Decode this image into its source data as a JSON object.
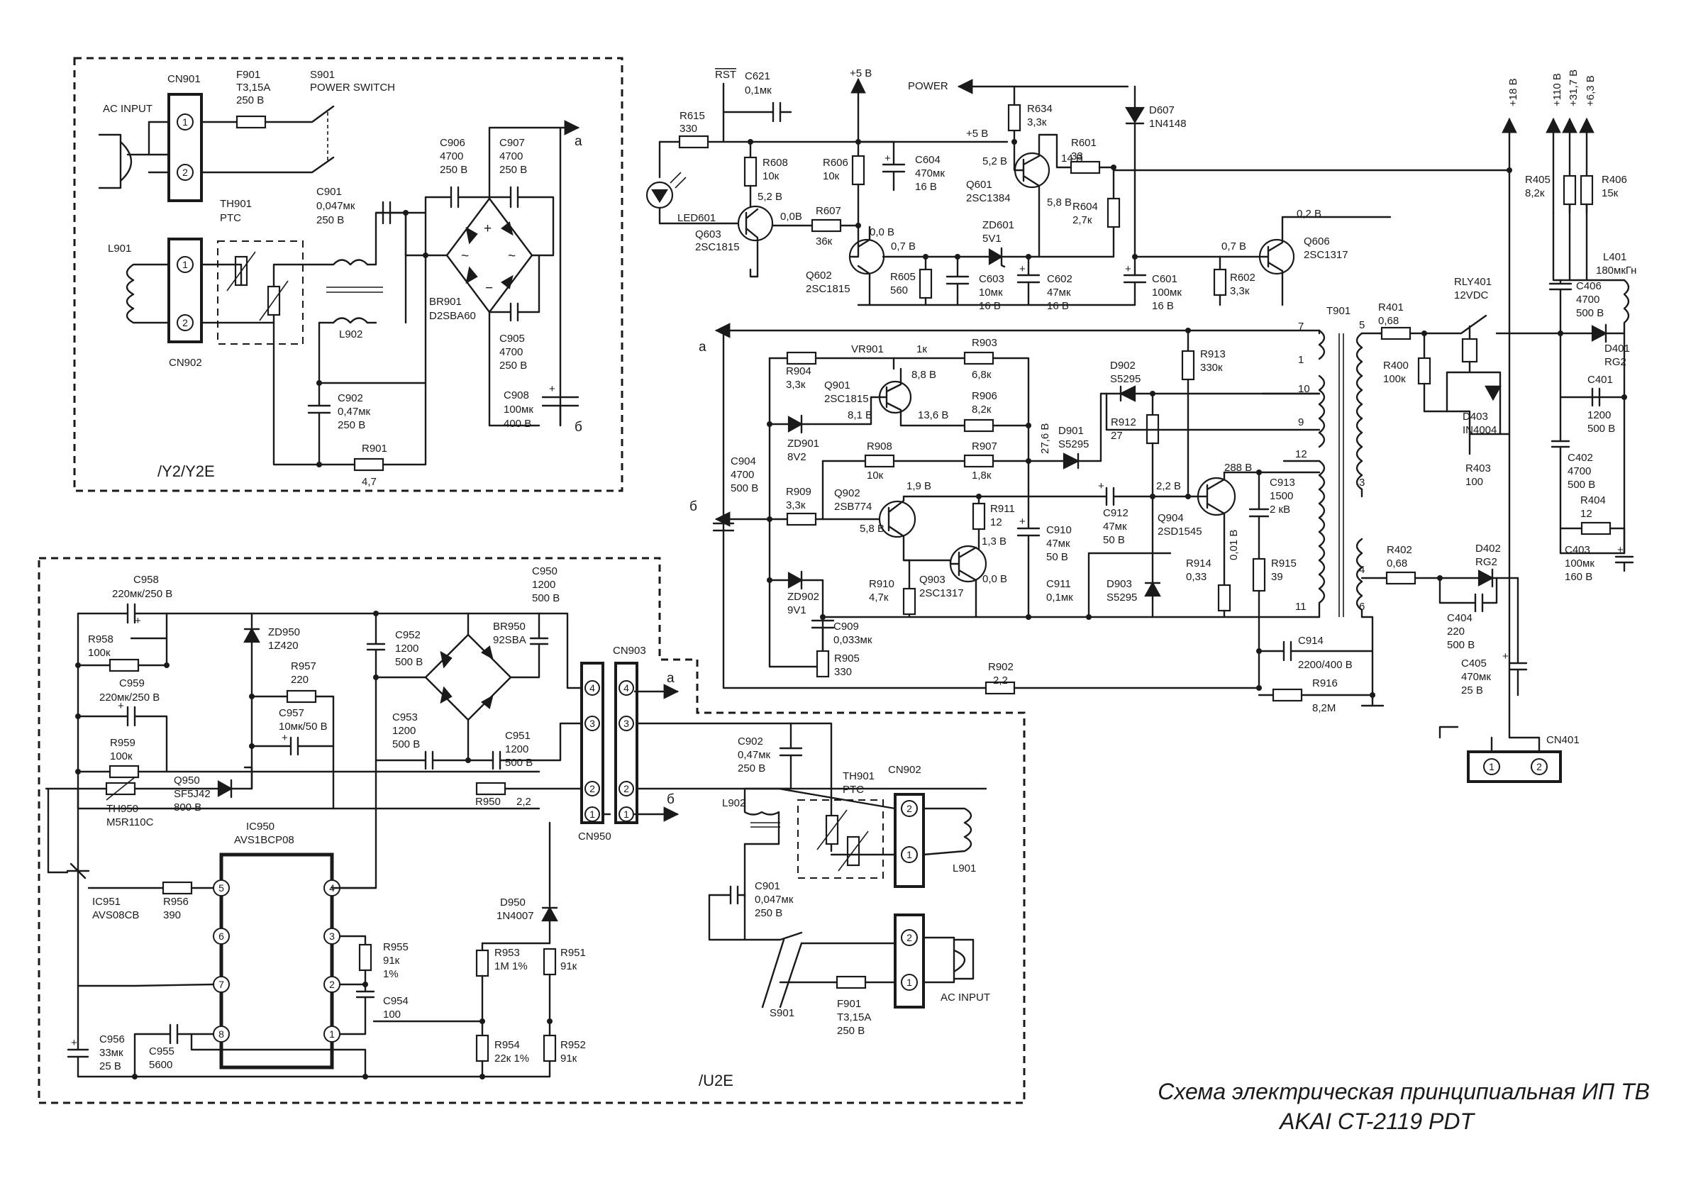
{
  "caption": {
    "line1": "Схема электрическая принципиальная ИП ТВ",
    "line2": "AKAI CT-2119 PDT"
  },
  "regions": {
    "y2": "/Y2/Y2E",
    "u2": "/U2E"
  },
  "y2_block": {
    "cn901": "CN901",
    "ac_input": "AC INPUT",
    "f901": [
      "F901",
      "T3,15A",
      "250 В"
    ],
    "s901": [
      "S901",
      "POWER SWITCH"
    ],
    "th901": [
      "TH901",
      "PTC"
    ],
    "c901": [
      "C901",
      "0,047мк",
      "250 В"
    ],
    "l901": "L901",
    "l902": "L902",
    "cn902": "CN902",
    "c906": [
      "C906",
      "4700",
      "250 В"
    ],
    "c907": [
      "C907",
      "4700",
      "250 В"
    ],
    "br901": [
      "BR901",
      "D2SBA60"
    ],
    "c905": [
      "C905",
      "4700",
      "250 В"
    ],
    "c908": [
      "C908",
      "100мк",
      "400 В"
    ],
    "c902": [
      "C902",
      "0,47мк",
      "250 В"
    ],
    "r901": [
      "R901",
      "4,7"
    ],
    "a": "a",
    "b": "б"
  },
  "top_block": {
    "rst": "RST",
    "c621": [
      "C621",
      "0,1мк"
    ],
    "plus5_top": "+5 В",
    "power": "POWER",
    "r615": [
      "R615",
      "330"
    ],
    "r608": [
      "R608",
      "10к"
    ],
    "r606": [
      "R606",
      "10к"
    ],
    "c604": [
      "C604",
      "470мк",
      "16 В"
    ],
    "plus5_mid": "+5 В",
    "r634": [
      "R634",
      "3,3к"
    ],
    "d607": [
      "D607",
      "1N4148"
    ],
    "v52a": "5,2 В",
    "v52b": "5,2 В",
    "v14": "14 В",
    "r601": [
      "R601",
      "33"
    ],
    "led601": "LED601",
    "q603": [
      "Q603",
      "2SC1815"
    ],
    "v00a": "0,0В",
    "r607": [
      "R607",
      "36к"
    ],
    "v00b": "0,0 В",
    "q601": [
      "Q601",
      "2SC1384"
    ],
    "v58": "5,8 В",
    "r604": [
      "R604",
      "2,7к"
    ],
    "zd601": [
      "ZD601",
      "5V1"
    ],
    "v07a": "0,7 В",
    "q602": [
      "Q602",
      "2SC1815"
    ],
    "r605": [
      "R605",
      "560"
    ],
    "c603": [
      "C603",
      "10мк",
      "16 В"
    ],
    "c602": [
      "C602",
      "47мк",
      "16 В"
    ],
    "c601": [
      "C601",
      "100мк",
      "16 В"
    ],
    "r602": [
      "R602",
      "3,3к"
    ],
    "v07b": "0,7 В",
    "v02": "0,2 В",
    "q606": [
      "Q606",
      "2SC1317"
    ]
  },
  "mid_block": {
    "a": "a",
    "b": "б",
    "vr901": [
      "VR901",
      "1к"
    ],
    "r903": [
      "R903",
      "6,8к"
    ],
    "d902": [
      "D902",
      "S5295"
    ],
    "r913": [
      "R913",
      "330к"
    ],
    "r904": [
      "R904",
      "3,3к"
    ],
    "q901": [
      "Q901",
      "2SC1815"
    ],
    "v88": "8,8 В",
    "v81": "8,1 В",
    "v136": "13,6 В",
    "r906": [
      "R906",
      "8,2к"
    ],
    "r912": [
      "R912",
      "27"
    ],
    "d901": [
      "D901",
      "S5295"
    ],
    "v276": "27,6 В",
    "zd901": [
      "ZD901",
      "8V2"
    ],
    "r908": [
      "R908",
      "10к"
    ],
    "r907": [
      "R907",
      "1,8к"
    ],
    "c904": [
      "C904",
      "4700",
      "500 В"
    ],
    "q902": [
      "Q902",
      "2SB774"
    ],
    "v19": "1,9 В",
    "r911": [
      "R911",
      "12"
    ],
    "v58": "5,8 В",
    "v13": "1,3 В",
    "r909": [
      "R909",
      "3,3к"
    ],
    "c912": [
      "C912",
      "47мк",
      "50 В"
    ],
    "v22": "2,2 В",
    "v288": "288 В",
    "c913": [
      "C913",
      "1500",
      "2 кВ"
    ],
    "q904": [
      "Q904",
      "2SD1545"
    ],
    "c910": [
      "C910",
      "47мк",
      "50 В"
    ],
    "v001": "0,01 В",
    "r910": [
      "R910",
      "4,7к"
    ],
    "q903": [
      "Q903",
      "2SC1317"
    ],
    "v00": "0,0 В",
    "r914": [
      "R914",
      "0,33"
    ],
    "r915": [
      "R915",
      "39"
    ],
    "zd902": [
      "ZD902",
      "9V1"
    ],
    "c911": [
      "C911",
      "0,1мк"
    ],
    "d903": [
      "D903",
      "S5295"
    ],
    "c909": [
      "C909",
      "0,033мк"
    ],
    "r905": [
      "R905",
      "330"
    ],
    "c914": [
      "C914",
      "2200/400 В"
    ],
    "r902": [
      "R902",
      "2,2"
    ],
    "r916": [
      "R916",
      "8,2М"
    ],
    "t901": "T901",
    "pins": [
      "7",
      "1",
      "10",
      "9",
      "12",
      "11",
      "3",
      "4",
      "6",
      "5"
    ]
  },
  "right_block": {
    "p18": "+18 В",
    "p110": "+110 В",
    "p317": "+31,7 В",
    "p63": "+6,3 В",
    "r405": [
      "R405",
      "8,2к"
    ],
    "r406": [
      "R406",
      "15к"
    ],
    "l401": [
      "L401",
      "180мкГн"
    ],
    "c406": [
      "C406",
      "4700",
      "500 В"
    ],
    "r401": [
      "R401",
      "0,68"
    ],
    "rly401": [
      "RLY401",
      "12VDC"
    ],
    "d401": [
      "D401",
      "RG2"
    ],
    "r400": [
      "R400",
      "100к"
    ],
    "c401": [
      "C401",
      "1200",
      "500 В"
    ],
    "d403": [
      "D403",
      "IN4004"
    ],
    "c402": [
      "C402",
      "4700",
      "500 В"
    ],
    "r403": [
      "R403",
      "100"
    ],
    "r404": [
      "R404",
      "12"
    ],
    "c403": [
      "C403",
      "100мк",
      "160 В"
    ],
    "r402": [
      "R402",
      "0,68"
    ],
    "d402": [
      "D402",
      "RG2"
    ],
    "c404": [
      "C404",
      "220",
      "500 В"
    ],
    "c405": [
      "C405",
      "470мк",
      "25 В"
    ],
    "cn401": "CN401"
  },
  "u2_block": {
    "c958": [
      "C958",
      "220мк/250 В"
    ],
    "r958": [
      "R958",
      "100к"
    ],
    "zd950": [
      "ZD950",
      "1Z420"
    ],
    "c959": [
      "C959",
      "220мк/250 В"
    ],
    "r957": [
      "R957",
      "220"
    ],
    "c957": [
      "C957",
      "10мк/50 В"
    ],
    "r959": [
      "R959",
      "100к"
    ],
    "c952": [
      "C952",
      "1200",
      "500 В"
    ],
    "br950": [
      "BR950",
      "92SBA"
    ],
    "c950": [
      "C950",
      "1200",
      "500 В"
    ],
    "cn903": "CN903",
    "c953": [
      "C953",
      "1200",
      "500 В"
    ],
    "c951": [
      "C951",
      "1200",
      "500 В"
    ],
    "th950": [
      "TH950",
      "M5R110C"
    ],
    "q950": [
      "Q950",
      "SF5J42",
      "800 В"
    ],
    "r950": [
      "R950",
      "2,2"
    ],
    "cn950": "CN950",
    "ic950": [
      "IC950",
      "AVS1BCP08"
    ],
    "ic951": [
      "IC951",
      "AVS08CB"
    ],
    "r956": [
      "R956",
      "390"
    ],
    "d950": [
      "D950",
      "1N4007"
    ],
    "r955": [
      "R955",
      "91к",
      "1%"
    ],
    "r953": [
      "R953",
      "1M 1%"
    ],
    "r951": [
      "R951",
      "91к"
    ],
    "c954": [
      "C954",
      "100"
    ],
    "c956": [
      "C956",
      "33мк",
      "25 В"
    ],
    "c955": [
      "C955",
      "5600"
    ],
    "r954": [
      "R954",
      "22к 1%"
    ],
    "r952": [
      "R952",
      "91к"
    ],
    "a": "a",
    "b": "б",
    "c902": [
      "C902",
      "0,47мк",
      "250 В"
    ],
    "l902": "L902",
    "th901": [
      "TH901",
      "PTC"
    ],
    "cn902": "CN902",
    "l901": "L901",
    "c901": [
      "C901",
      "0,047мк",
      "250 В"
    ],
    "s901": "S901",
    "f901": [
      "F901",
      "T3,15A",
      "250 В"
    ],
    "ac_input": "AC INPUT"
  }
}
